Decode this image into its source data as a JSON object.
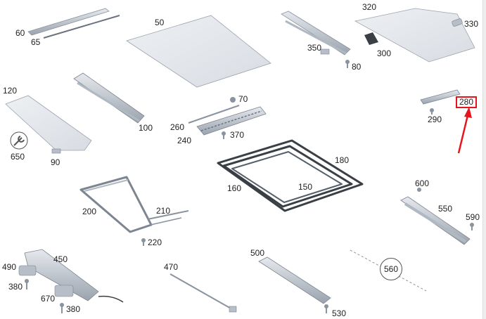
{
  "parts": {
    "p60": "60",
    "p65": "65",
    "p50": "50",
    "p350": "350",
    "p80": "80",
    "p320": "320",
    "p330": "330",
    "p300": "300",
    "p120": "120",
    "p650": "650",
    "p90": "90",
    "p100": "100",
    "p70": "70",
    "p260": "260",
    "p240": "240",
    "p370": "370",
    "p280": "280",
    "p290": "290",
    "p180": "180",
    "p160": "160",
    "p150": "150",
    "p600": "600",
    "p550": "550",
    "p590": "590",
    "p200": "200",
    "p210": "210",
    "p220": "220",
    "p490": "490",
    "p450": "450",
    "p380a": "380",
    "p670": "670",
    "p380b": "380",
    "p470": "470",
    "p500": "500",
    "p530": "530",
    "p560": "560"
  },
  "highlight": {
    "part": "280",
    "color": "#e8141b"
  },
  "colors": {
    "part_fill": "#dfe3e8",
    "part_stroke": "#8a93a0",
    "seal": "#3a3f46"
  }
}
